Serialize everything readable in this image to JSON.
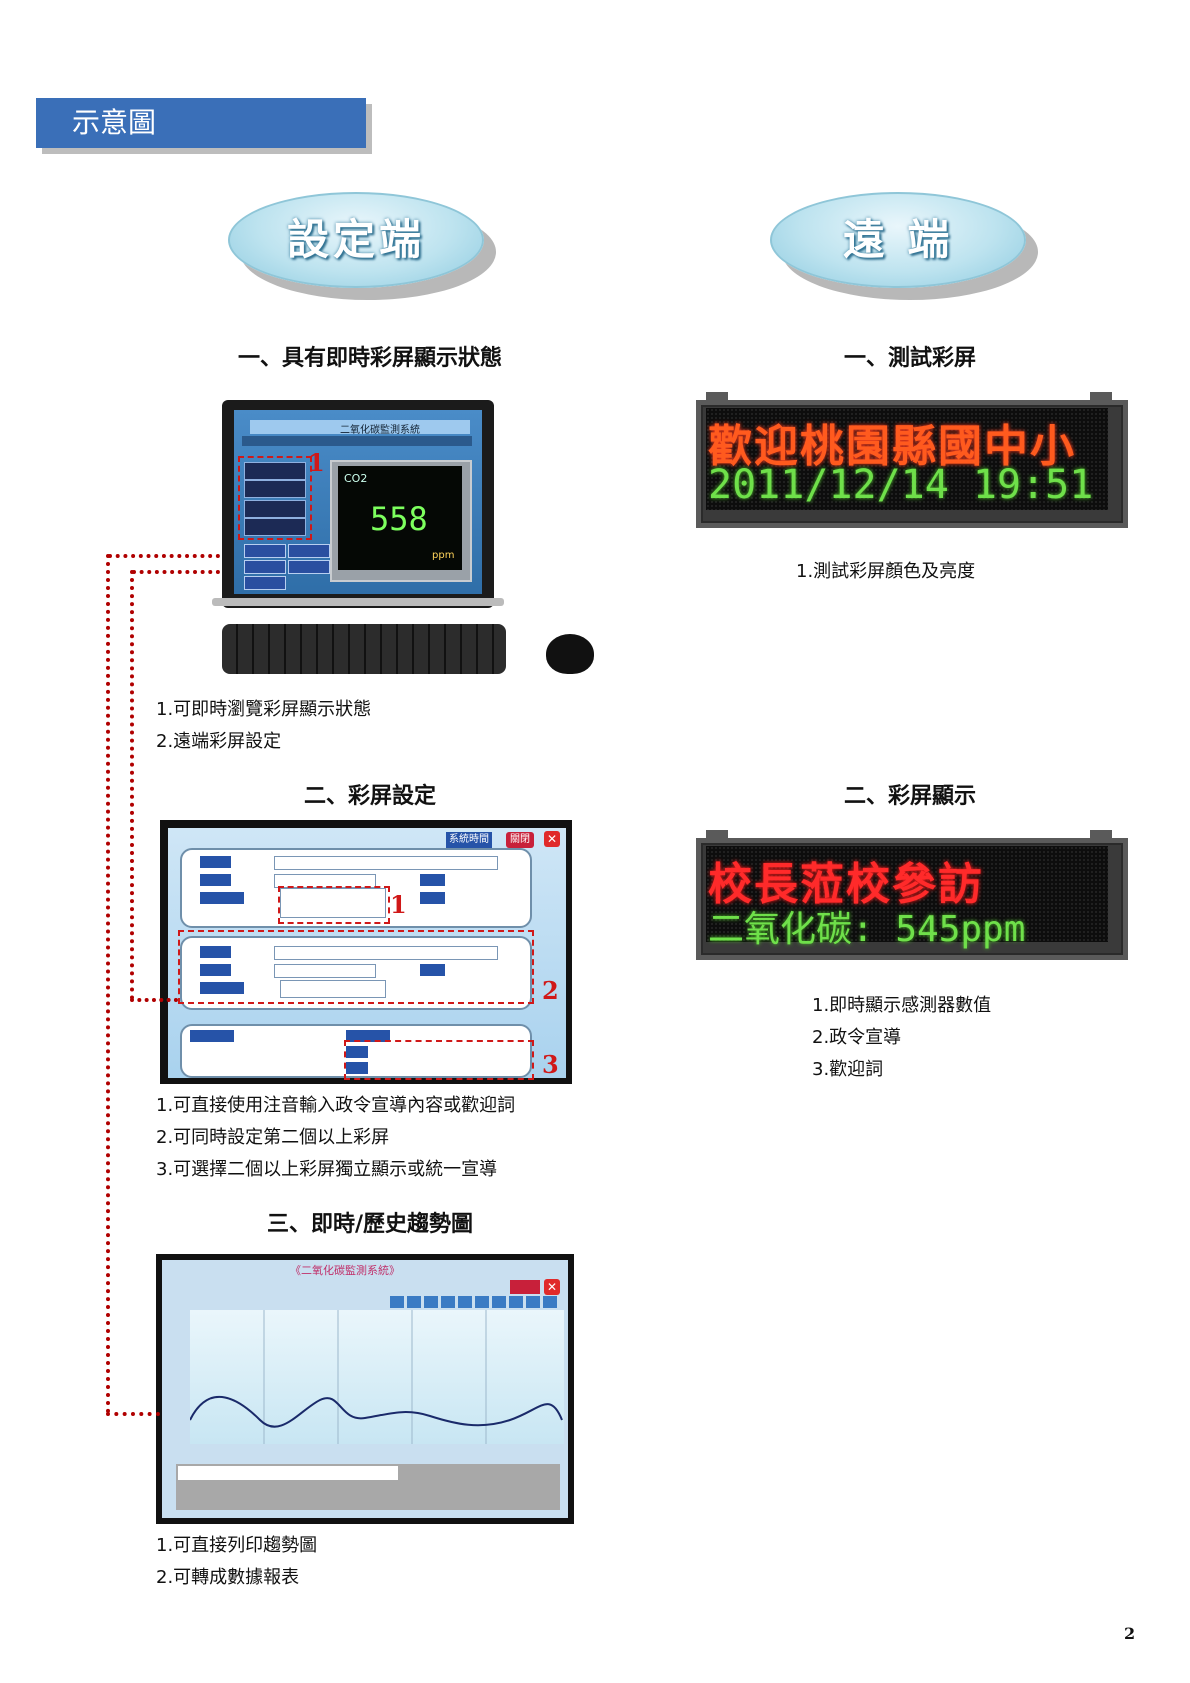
{
  "header": {
    "title": "示意圖"
  },
  "left": {
    "oval": "設定端",
    "sections": [
      {
        "title": "一、具有即時彩屏顯示狀態",
        "items": [
          "1.可即時瀏覽彩屏顯示狀態",
          "2.遠端彩屏設定"
        ]
      },
      {
        "title": "二、彩屏設定",
        "items": [
          "1.可直接使用注音輸入政令宣導內容或歡迎詞",
          "2.可同時設定第二個以上彩屏",
          "3.可選擇二個以上彩屏獨立顯示或統一宣導"
        ]
      },
      {
        "title": "三、即時/歷史趨勢圖",
        "items": [
          "1.可直接列印趨勢圖",
          "2.可轉成數據報表"
        ]
      }
    ],
    "monitor": {
      "window_title": "二氧化碳監測系統",
      "co2_label": "CO2",
      "co2_value": "558",
      "co2_unit": "ppm"
    },
    "settings_screen": {
      "sys_time_button": "系統時間",
      "close_button": "關閉",
      "markers": [
        "1",
        "2",
        "3"
      ]
    },
    "trend_screen": {
      "title": "《二氧化碳監測系統》"
    }
  },
  "right": {
    "oval": "遠 端",
    "sections": [
      {
        "title": "一、測試彩屏",
        "items": [
          "1.測試彩屏顏色及亮度"
        ]
      },
      {
        "title": "二、彩屏顯示",
        "items": [
          "1.即時顯示感測器數值",
          "2.政令宣導",
          "3.歡迎詞"
        ]
      }
    ],
    "led1": {
      "line1": "歡迎桃園縣國中小",
      "line2": "2011/12/14 19:51"
    },
    "led2": {
      "line1": "校長蒞校參訪",
      "line2": "二氧化碳: 545ppm"
    }
  },
  "page_number": "2",
  "colors": {
    "header_bg": "#3a6fb8",
    "marker_red": "#d01818",
    "led_red": "#ff3b1e",
    "led_green": "#6fe04a"
  }
}
